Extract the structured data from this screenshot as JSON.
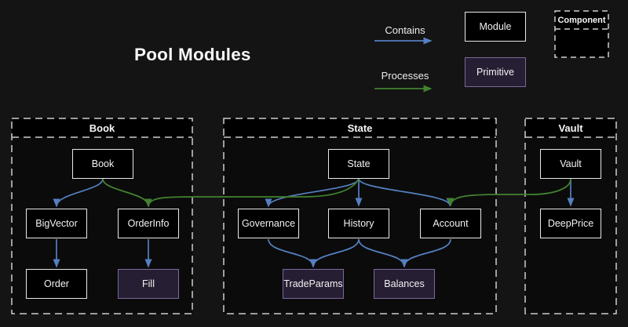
{
  "title": "Pool Modules",
  "legend": {
    "contains_label": "Contains",
    "processes_label": "Processes",
    "module_label": "Module",
    "primitive_label": "Primitive",
    "component_label": "Component"
  },
  "colors": {
    "background": "#141414",
    "contains_arrow": "#5580c0",
    "processes_arrow": "#42822f",
    "module_fill": "#000000",
    "module_border": "#e8e8e8",
    "primitive_fill": "#261e33",
    "primitive_border": "#7c689a",
    "container_border": "#cdcdcd"
  },
  "containers": {
    "book": {
      "title": "Book"
    },
    "state": {
      "title": "State"
    },
    "vault": {
      "title": "Vault"
    }
  },
  "nodes": {
    "book": {
      "label": "Book",
      "type": "module"
    },
    "bigvector": {
      "label": "BigVector",
      "type": "module"
    },
    "orderinfo": {
      "label": "OrderInfo",
      "type": "module"
    },
    "order": {
      "label": "Order",
      "type": "module"
    },
    "fill": {
      "label": "Fill",
      "type": "primitive"
    },
    "state": {
      "label": "State",
      "type": "module"
    },
    "governance": {
      "label": "Governance",
      "type": "module"
    },
    "history": {
      "label": "History",
      "type": "module"
    },
    "account": {
      "label": "Account",
      "type": "module"
    },
    "tradeparams": {
      "label": "TradeParams",
      "type": "primitive"
    },
    "balances": {
      "label": "Balances",
      "type": "primitive"
    },
    "vault": {
      "label": "Vault",
      "type": "module"
    },
    "deepprice": {
      "label": "DeepPrice",
      "type": "module"
    }
  },
  "edges": [
    {
      "from": "book",
      "to": "bigvector",
      "type": "contains"
    },
    {
      "from": "book",
      "to": "orderinfo",
      "type": "processes"
    },
    {
      "from": "bigvector",
      "to": "order",
      "type": "contains"
    },
    {
      "from": "orderinfo",
      "to": "fill",
      "type": "contains"
    },
    {
      "from": "state",
      "to": "governance",
      "type": "contains"
    },
    {
      "from": "state",
      "to": "history",
      "type": "contains"
    },
    {
      "from": "state",
      "to": "account",
      "type": "contains"
    },
    {
      "from": "state",
      "to": "orderinfo",
      "type": "processes"
    },
    {
      "from": "governance",
      "to": "tradeparams",
      "type": "contains"
    },
    {
      "from": "history",
      "to": "tradeparams",
      "type": "contains"
    },
    {
      "from": "history",
      "to": "balances",
      "type": "contains"
    },
    {
      "from": "account",
      "to": "balances",
      "type": "contains"
    },
    {
      "from": "vault",
      "to": "deepprice",
      "type": "contains"
    },
    {
      "from": "vault",
      "to": "account",
      "type": "processes"
    }
  ]
}
